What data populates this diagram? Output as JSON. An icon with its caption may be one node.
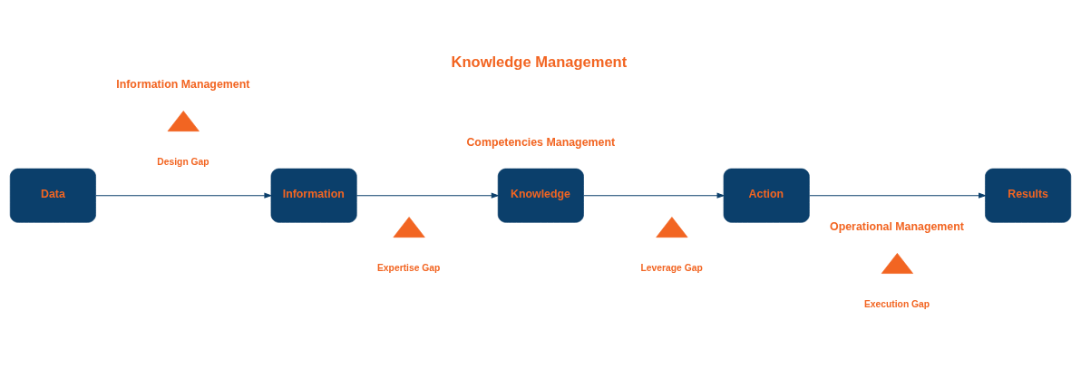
{
  "diagram": {
    "title": "Knowledge Management",
    "nodes": [
      {
        "text": [
          "Data"
        ]
      },
      {
        "text": [
          "Information"
        ]
      },
      {
        "text": [
          "Knowledge"
        ]
      },
      {
        "text": [
          "Action"
        ]
      },
      {
        "text": [
          "Results"
        ]
      },
      {
        "text": [],
        "shape": "triangle",
        "beside": [
          "Design Gap"
        ]
      },
      {
        "text": [],
        "shape": "triangle",
        "beside": [
          "Expertise Gap"
        ]
      },
      {
        "text": [],
        "shape": "triangle",
        "beside": [
          "Leverage Gap"
        ]
      },
      {
        "text": [],
        "shape": "triangle",
        "beside": [
          "Execution Gap"
        ]
      }
    ],
    "edges": [
      {
        "from": 0,
        "to": 1,
        "arrow": "to"
      },
      {
        "from": 1,
        "to": 2,
        "arrow": "to"
      },
      {
        "from": 2,
        "to": 3,
        "arrow": "to"
      },
      {
        "from": 3,
        "to": 4,
        "arrow": "to"
      }
    ],
    "labels": [
      "Information Management",
      "Competencies Management",
      "Operational Management"
    ]
  }
}
